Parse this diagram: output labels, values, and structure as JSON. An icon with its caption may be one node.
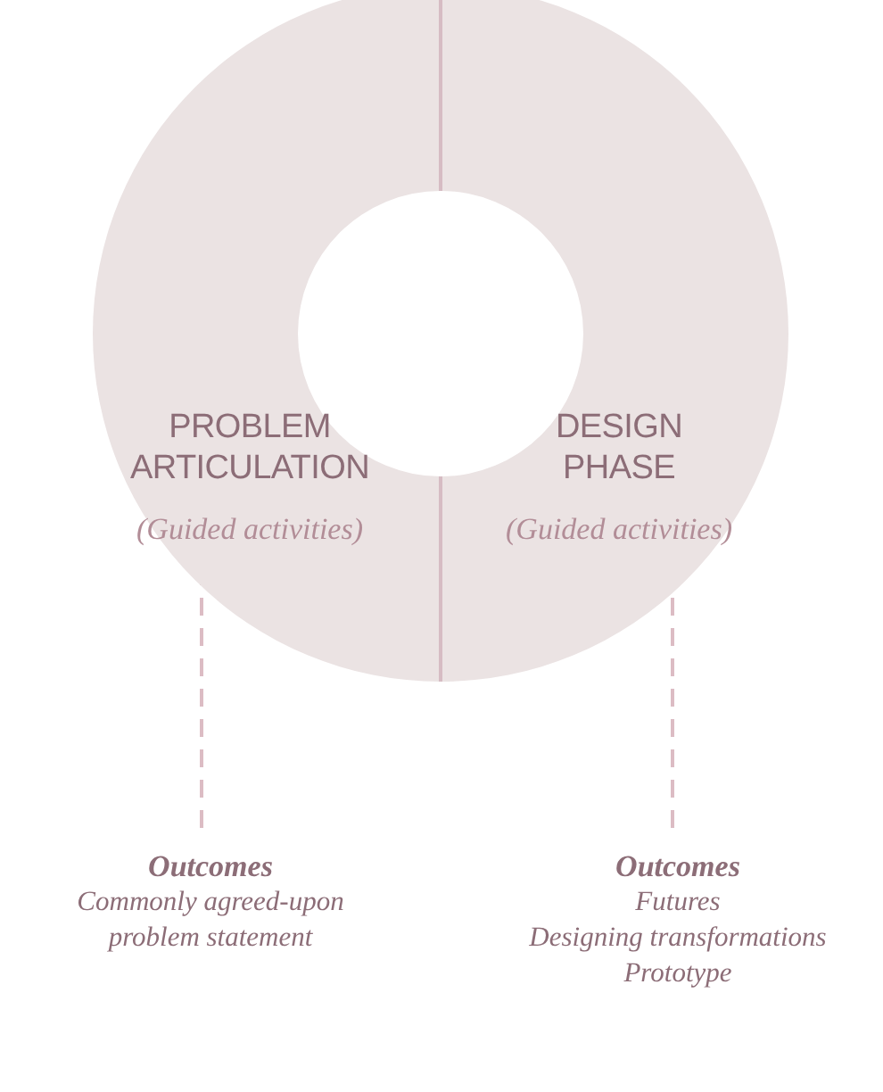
{
  "diagram": {
    "nodes": [
      {
        "text": [
          "PROBLEM ARTICULATION",
          "(Guided activities)"
        ]
      },
      {
        "text": [
          "DESIGN PHASE",
          "(Guided activities)"
        ]
      },
      {
        "text": [
          "Outcomes",
          "Commonly agreed-upon problem statement"
        ]
      },
      {
        "text": [
          "Outcomes",
          "Futures",
          "Designing transformations",
          "Prototype"
        ]
      }
    ],
    "edges": [
      {
        "from": 0,
        "to": 2,
        "arrow": "none",
        "style": "dashed"
      },
      {
        "from": 1,
        "to": 3,
        "arrow": "none",
        "style": "dashed"
      }
    ]
  }
}
